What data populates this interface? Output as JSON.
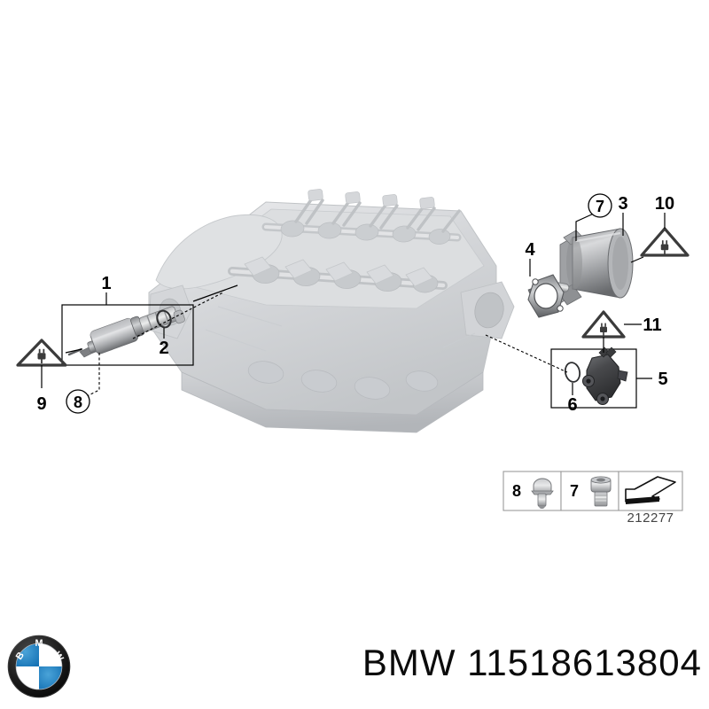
{
  "document": {
    "type": "parts-diagram",
    "drawing_code": "212277",
    "background_color": "#ffffff"
  },
  "footer": {
    "brand": "BMW",
    "caption": "BMW 11518613804",
    "logo_name": "bmw-roundel-logo",
    "logo_colors": {
      "blue": "#1b7cc1",
      "white": "#ffffff",
      "black": "#141414"
    }
  },
  "callouts": [
    {
      "id": "1",
      "label": "1",
      "style": "plain",
      "desc": "solenoid-valve-assembly"
    },
    {
      "id": "2",
      "label": "2",
      "style": "plain",
      "desc": "o-ring-seal"
    },
    {
      "id": "3",
      "label": "3",
      "style": "plain",
      "desc": "actuator-motor"
    },
    {
      "id": "4",
      "label": "4",
      "style": "plain",
      "desc": "motor-gasket"
    },
    {
      "id": "5",
      "label": "5",
      "style": "plain",
      "desc": "position-sensor-assembly"
    },
    {
      "id": "6",
      "label": "6",
      "style": "plain",
      "desc": "sensor-o-ring"
    },
    {
      "id": "7",
      "label": "7",
      "style": "circled",
      "desc": "socket-head-cap-screw"
    },
    {
      "id": "8",
      "label": "8",
      "style": "circled",
      "desc": "hex-flange-bolt"
    },
    {
      "id": "9",
      "label": "9",
      "style": "plain",
      "desc": "electrical-connector-warning"
    },
    {
      "id": "10",
      "label": "10",
      "style": "plain",
      "desc": "electrical-connector-warning"
    },
    {
      "id": "11",
      "label": "11",
      "style": "plain",
      "desc": "electrical-connector-warning"
    }
  ],
  "warning_triangles": [
    {
      "for_label": "9",
      "icon": "electrical-plug-icon"
    },
    {
      "for_label": "10",
      "icon": "electrical-plug-icon"
    },
    {
      "for_label": "11",
      "icon": "electrical-plug-icon"
    }
  ],
  "legend": {
    "code": "212277",
    "items": [
      {
        "label": "8",
        "icon": "hex-flange-bolt-icon"
      },
      {
        "label": "7",
        "icon": "socket-head-cap-screw-icon"
      },
      {
        "label": "",
        "icon": "view-direction-arrow-icon"
      }
    ]
  },
  "main_illustration": {
    "name": "cylinder-head-assembly",
    "fill_color": "#d6d8da"
  }
}
